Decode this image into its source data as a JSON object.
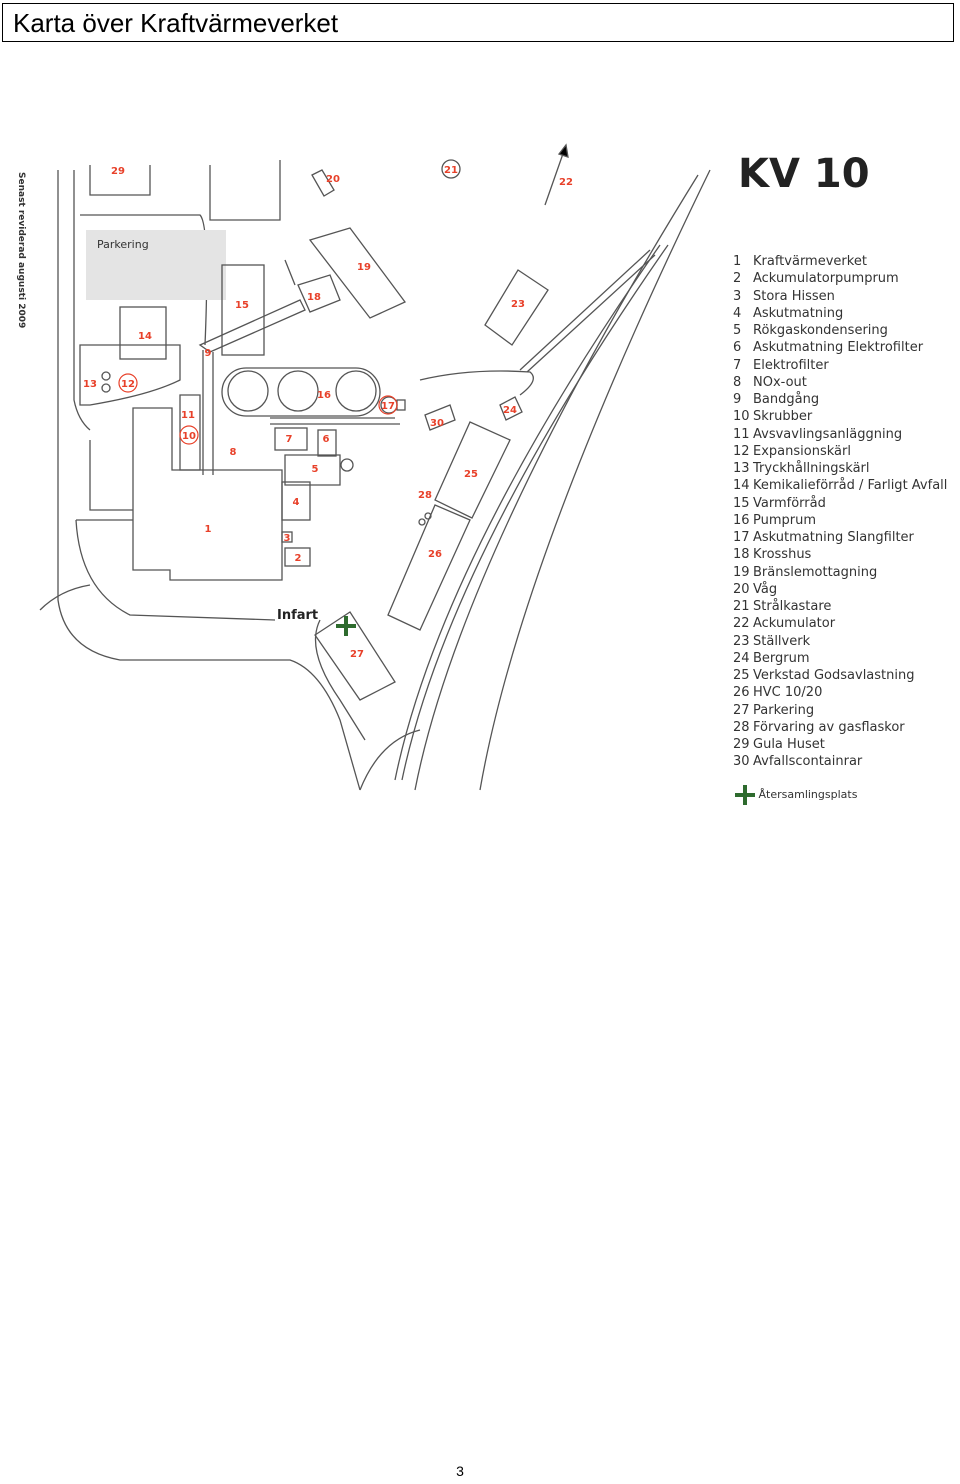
{
  "page": {
    "title": "Karta över Kraftvärmeverket",
    "page_number": "3"
  },
  "map": {
    "heading": "KV 10",
    "revision_note": "Senast reviderad augusti 2009",
    "parking_label": "Parkering",
    "entrance_label": "Infart",
    "marker_color": "#e8412a",
    "line_color": "#555555",
    "gather_icon_color": "#2e6b2e",
    "markers": [
      "29",
      "20",
      "21",
      "22",
      "19",
      "23",
      "15",
      "18",
      "14",
      "9",
      "13",
      "12",
      "11",
      "10",
      "16",
      "17",
      "30",
      "24",
      "7",
      "6",
      "5",
      "8",
      "4",
      "25",
      "28",
      "1",
      "3",
      "2",
      "26",
      "27"
    ]
  },
  "legend": {
    "items": [
      {
        "num": "1",
        "label": "Kraftvärmeverket"
      },
      {
        "num": "2",
        "label": "Ackumulatorpumprum"
      },
      {
        "num": "3",
        "label": "Stora Hissen"
      },
      {
        "num": "4",
        "label": "Askutmatning"
      },
      {
        "num": "5",
        "label": "Rökgaskondensering"
      },
      {
        "num": "6",
        "label": "Askutmatning Elektrofilter"
      },
      {
        "num": "7",
        "label": "Elektrofilter"
      },
      {
        "num": "8",
        "label": "NOx-out"
      },
      {
        "num": "9",
        "label": "Bandgång"
      },
      {
        "num": "10",
        "label": "Skrubber"
      },
      {
        "num": "11",
        "label": "Avsvavlingsanläggning"
      },
      {
        "num": "12",
        "label": "Expansionskärl"
      },
      {
        "num": "13",
        "label": "Tryckhållningskärl"
      },
      {
        "num": "14",
        "label": "Kemikalieförråd / Farligt Avfall"
      },
      {
        "num": "15",
        "label": "Varmförråd"
      },
      {
        "num": "16",
        "label": "Pumprum"
      },
      {
        "num": "17",
        "label": "Askutmatning Slangfilter"
      },
      {
        "num": "18",
        "label": "Krosshus"
      },
      {
        "num": "19",
        "label": "Bränslemottagning"
      },
      {
        "num": "20",
        "label": "Våg"
      },
      {
        "num": "21",
        "label": "Strålkastare"
      },
      {
        "num": "22",
        "label": "Ackumulator"
      },
      {
        "num": "23",
        "label": "Ställverk"
      },
      {
        "num": "24",
        "label": "Bergrum"
      },
      {
        "num": "25",
        "label": "Verkstad Godsavlastning"
      },
      {
        "num": "26",
        "label": "HVC 10/20"
      },
      {
        "num": "27",
        "label": "Parkering"
      },
      {
        "num": "28",
        "label": "Förvaring av gasflaskor"
      },
      {
        "num": "29",
        "label": "Gula Huset"
      },
      {
        "num": "30",
        "label": "Avfallscontainrar"
      }
    ],
    "gather_label": "Återsamlingsplats"
  }
}
